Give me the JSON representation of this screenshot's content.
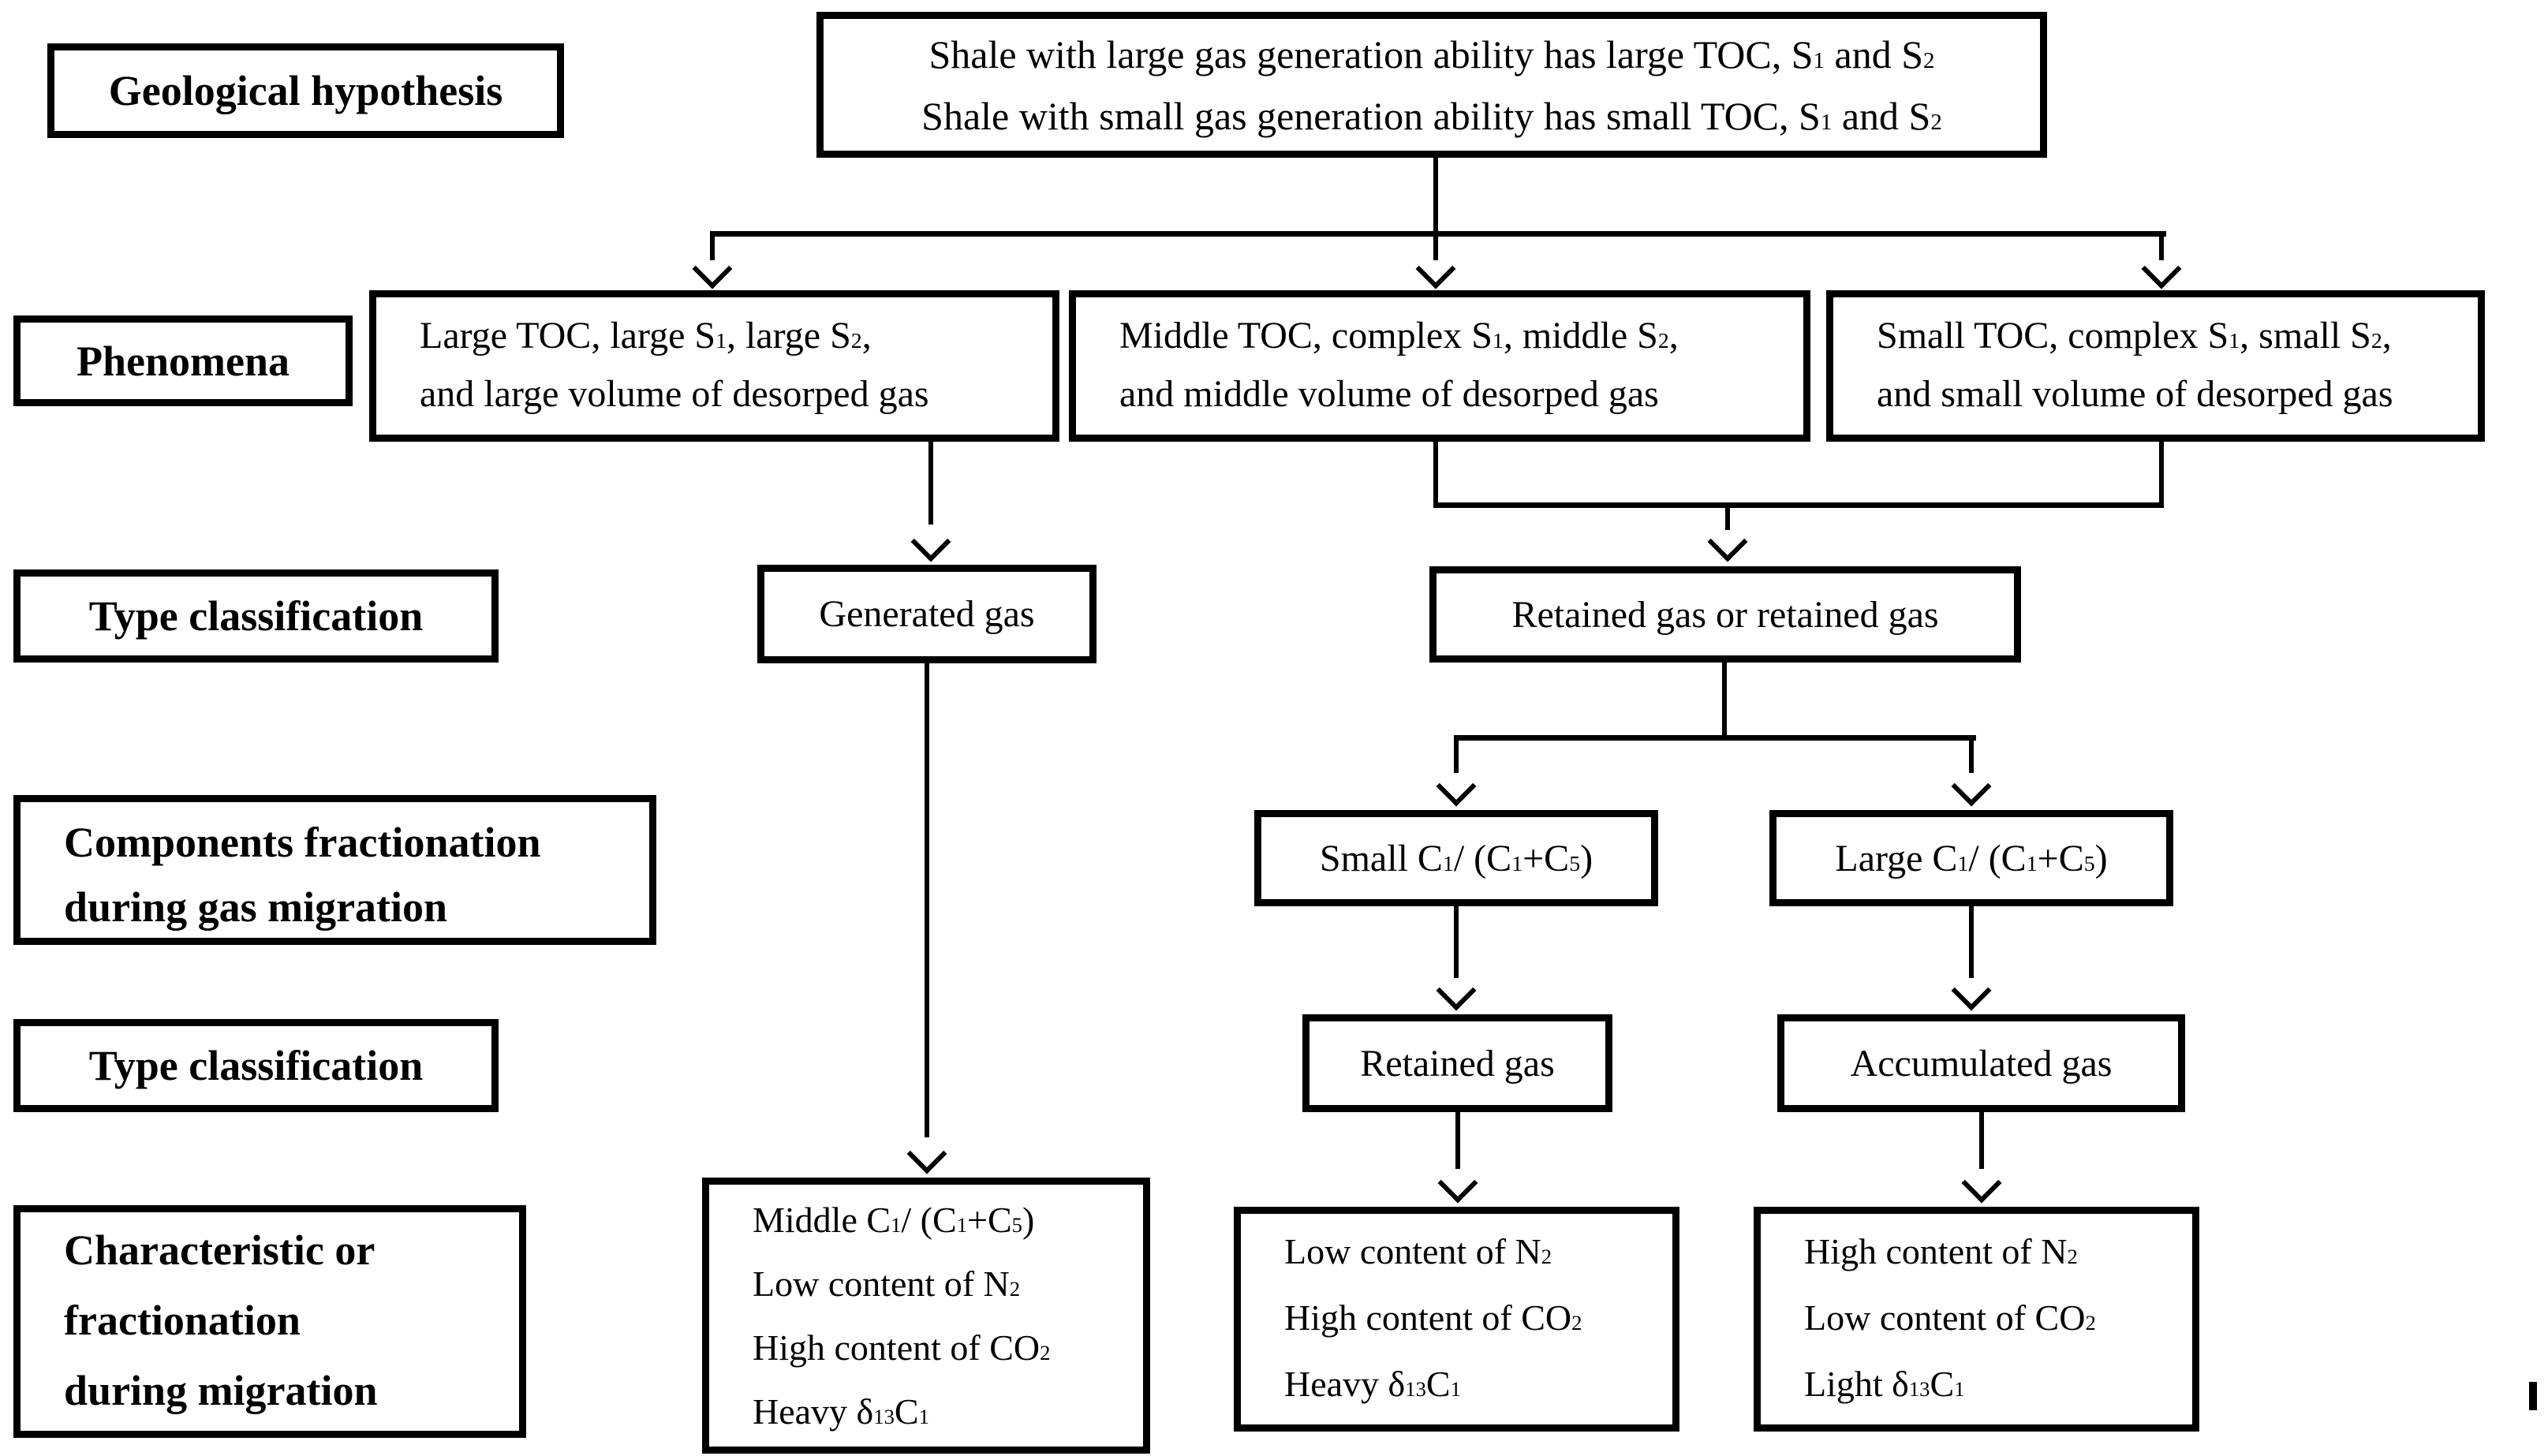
{
  "diagram": {
    "background": "#ffffff",
    "line_color": "#000000",
    "text_color": "#000000",
    "row_labels": {
      "geological": {
        "text": "Geological hypothesis"
      },
      "phenomena": {
        "text": "Phenomena"
      },
      "type_classification_1": {
        "text": "Type classification"
      },
      "components_fractionation": {
        "lines": [
          "Components fractionation",
          "during gas migration"
        ]
      },
      "type_classification_2": {
        "text": "Type classification"
      },
      "characteristic": {
        "lines": [
          "Characteristic or",
          "fractionation",
          "during migration"
        ]
      }
    },
    "nodes": {
      "hypothesis": {
        "lines": [
          "Shale with large gas generation ability has large TOC, S~1~ and S~2~",
          "Shale with small gas generation ability has small TOC, S~1~ and S~2~"
        ]
      },
      "phenomena_large": {
        "lines": [
          "Large TOC, large S~1~, large S~2~,",
          "and large volume of desorped gas"
        ]
      },
      "phenomena_middle": {
        "lines": [
          "Middle TOC, complex S~1~, middle S~2~,",
          "and middle volume of desorped gas"
        ]
      },
      "phenomena_small": {
        "lines": [
          "Small TOC, complex S~1~, small S~2~,",
          "and small volume of desorped gas"
        ]
      },
      "generated_gas": {
        "text": "Generated gas"
      },
      "retained_or_retained": {
        "text": "Retained gas or retained gas"
      },
      "small_c1_ratio": {
        "text": "Small C~1~/ (C~1~+C~5~)"
      },
      "large_c1_ratio": {
        "text": "Large C~1~/ (C~1~+C~5~)"
      },
      "retained_gas": {
        "text": "Retained gas"
      },
      "accumulated_gas": {
        "text": "Accumulated gas"
      },
      "characteristic_generated": {
        "lines": [
          "Middle C~1~/ (C~1~+C~5~)",
          "Low content of N~2~",
          "High content of CO~2~",
          "Heavy δ^13^C~1~"
        ]
      },
      "characteristic_retained": {
        "lines": [
          "Low content of N~2~",
          "High content of CO~2~",
          "Heavy δ^13^C~1~"
        ]
      },
      "characteristic_accumulated": {
        "lines": [
          "High content of N~2~",
          "Low content of CO~2~",
          "Light δ^13^C~1~"
        ]
      }
    }
  }
}
